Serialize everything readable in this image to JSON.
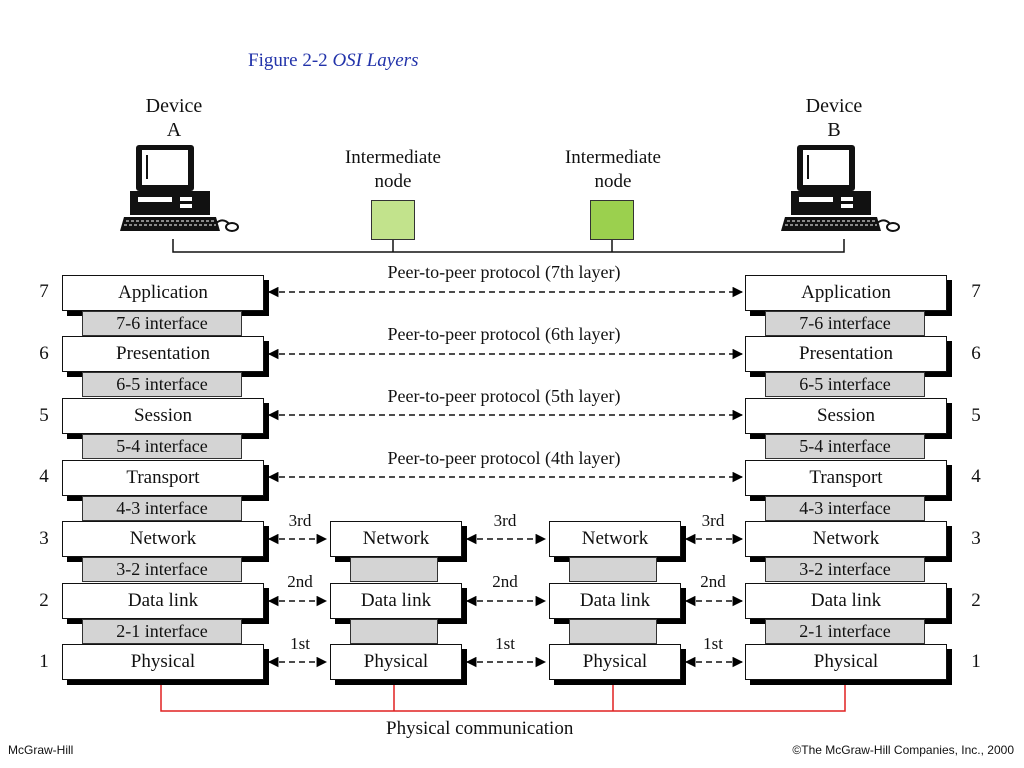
{
  "title": {
    "prefix": "Figure  2-2 ",
    "italic": "OSI Layers"
  },
  "devices": [
    {
      "line1": "Device",
      "line2": "A",
      "icon": "computer-icon"
    },
    {
      "line1": "Device",
      "line2": "B",
      "icon": "computer-icon"
    }
  ],
  "intermediate_nodes": [
    {
      "line1": "Intermediate",
      "line2": "node",
      "color": "#c2e38c"
    },
    {
      "line1": "Intermediate",
      "line2": "node",
      "color": "#9bd04e"
    }
  ],
  "layers": [
    {
      "number": "7",
      "name": "Application"
    },
    {
      "number": "6",
      "name": "Presentation"
    },
    {
      "number": "5",
      "name": "Session"
    },
    {
      "number": "4",
      "name": "Transport"
    },
    {
      "number": "3",
      "name": "Network"
    },
    {
      "number": "2",
      "name": "Data link"
    },
    {
      "number": "1",
      "name": "Physical"
    }
  ],
  "interfaces": [
    "7-6 interface",
    "6-5 interface",
    "5-4 interface",
    "4-3 interface",
    "3-2 interface",
    "2-1 interface"
  ],
  "peer_protocols": [
    "Peer-to-peer protocol (7th layer)",
    "Peer-to-peer protocol (6th layer)",
    "Peer-to-peer protocol (5th layer)",
    "Peer-to-peer protocol (4th layer)"
  ],
  "hop_labels": {
    "layer3": "3rd",
    "layer2": "2nd",
    "layer1": "1st"
  },
  "node_layers": [
    "Network",
    "Data link",
    "Physical"
  ],
  "physical_communication": "Physical communication",
  "footer": {
    "left": "McGraw-Hill",
    "right": "©The McGraw-Hill Companies, Inc., 2000"
  },
  "colors": {
    "title": "#2233aa",
    "interface_fill": "#d4d4d4",
    "physical_link": "#e02020"
  }
}
